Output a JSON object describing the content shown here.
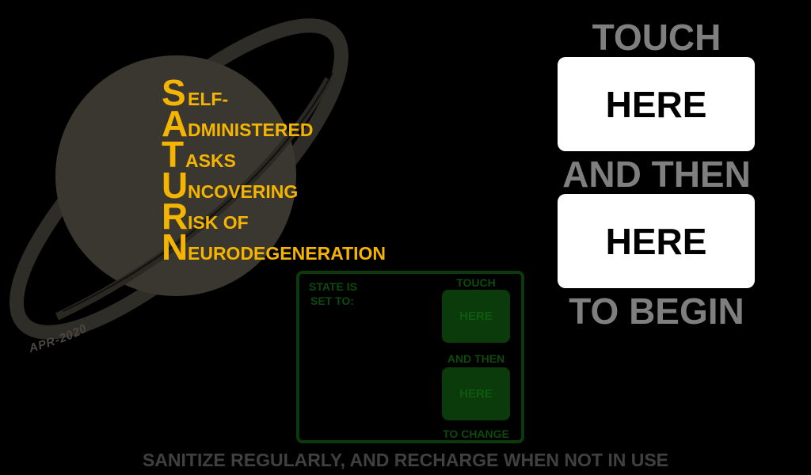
{
  "brand": {
    "acronym": [
      {
        "letter": "S",
        "rest": "ELF-"
      },
      {
        "letter": "A",
        "rest": "DMINISTERED"
      },
      {
        "letter": "T",
        "rest": "ASKS"
      },
      {
        "letter": "U",
        "rest": "NCOVERING"
      },
      {
        "letter": "R",
        "rest": "ISK OF"
      },
      {
        "letter": "N",
        "rest": "EURODEGENERATION"
      }
    ],
    "version_stamp": "APR-2020",
    "accent_color": "#f5b400"
  },
  "start_panel": {
    "touch_label": "TOUCH",
    "first_button": "HERE",
    "and_then_label": "AND THEN",
    "second_button": "HERE",
    "to_begin_label": "TO BEGIN"
  },
  "state_panel": {
    "state_label_line1": "STATE IS",
    "state_label_line2": "SET TO:",
    "touch_label": "TOUCH",
    "first_button": "HERE",
    "and_then_label": "AND THEN",
    "second_button": "HERE",
    "to_change_label": "TO CHANGE"
  },
  "footer": {
    "notice": "SANITIZE REGULARLY, AND RECHARGE WHEN NOT IN USE"
  }
}
